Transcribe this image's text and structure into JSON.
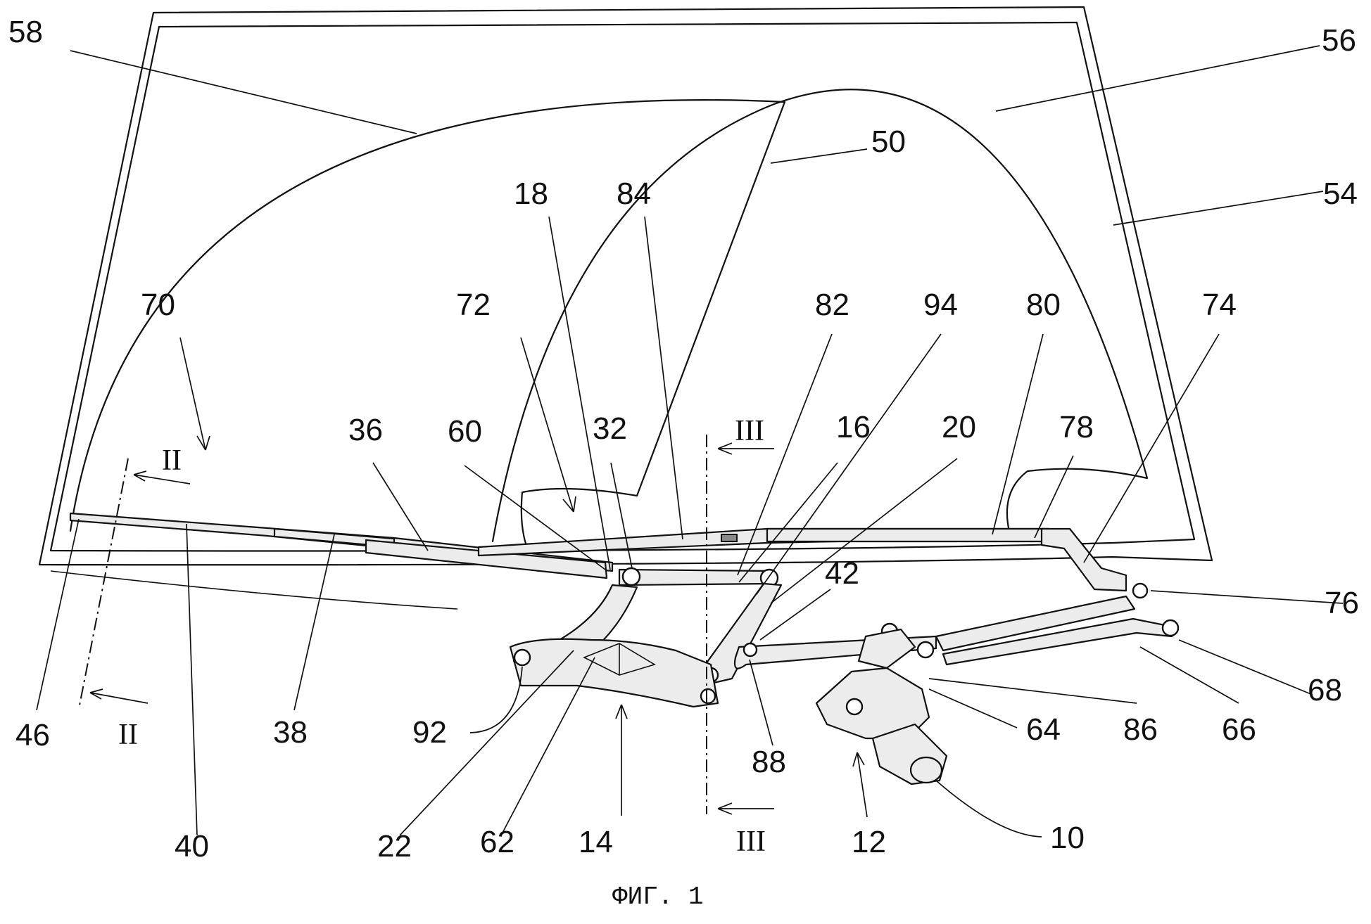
{
  "figure": {
    "caption": "ФИГ. 1"
  },
  "refs": {
    "r58": "58",
    "r56": "56",
    "r50": "50",
    "r54": "54",
    "r18": "18",
    "r84": "84",
    "r70": "70",
    "r72": "72",
    "r82": "82",
    "r94": "94",
    "r80": "80",
    "r74": "74",
    "r36": "36",
    "r60": "60",
    "r32": "32",
    "r16": "16",
    "r20": "20",
    "r78": "78",
    "r42": "42",
    "r76": "76",
    "r46": "46",
    "r38": "38",
    "r92": "92",
    "r88": "88",
    "r64": "64",
    "r86": "86",
    "r66": "66",
    "r68": "68",
    "r40": "40",
    "r22": "22",
    "r62": "62",
    "r14": "14",
    "r12": "12",
    "r10": "10"
  },
  "sections": {
    "s2_top": "II",
    "s2_bottom": "II",
    "s3_top": "III",
    "s3_bottom": "III"
  }
}
